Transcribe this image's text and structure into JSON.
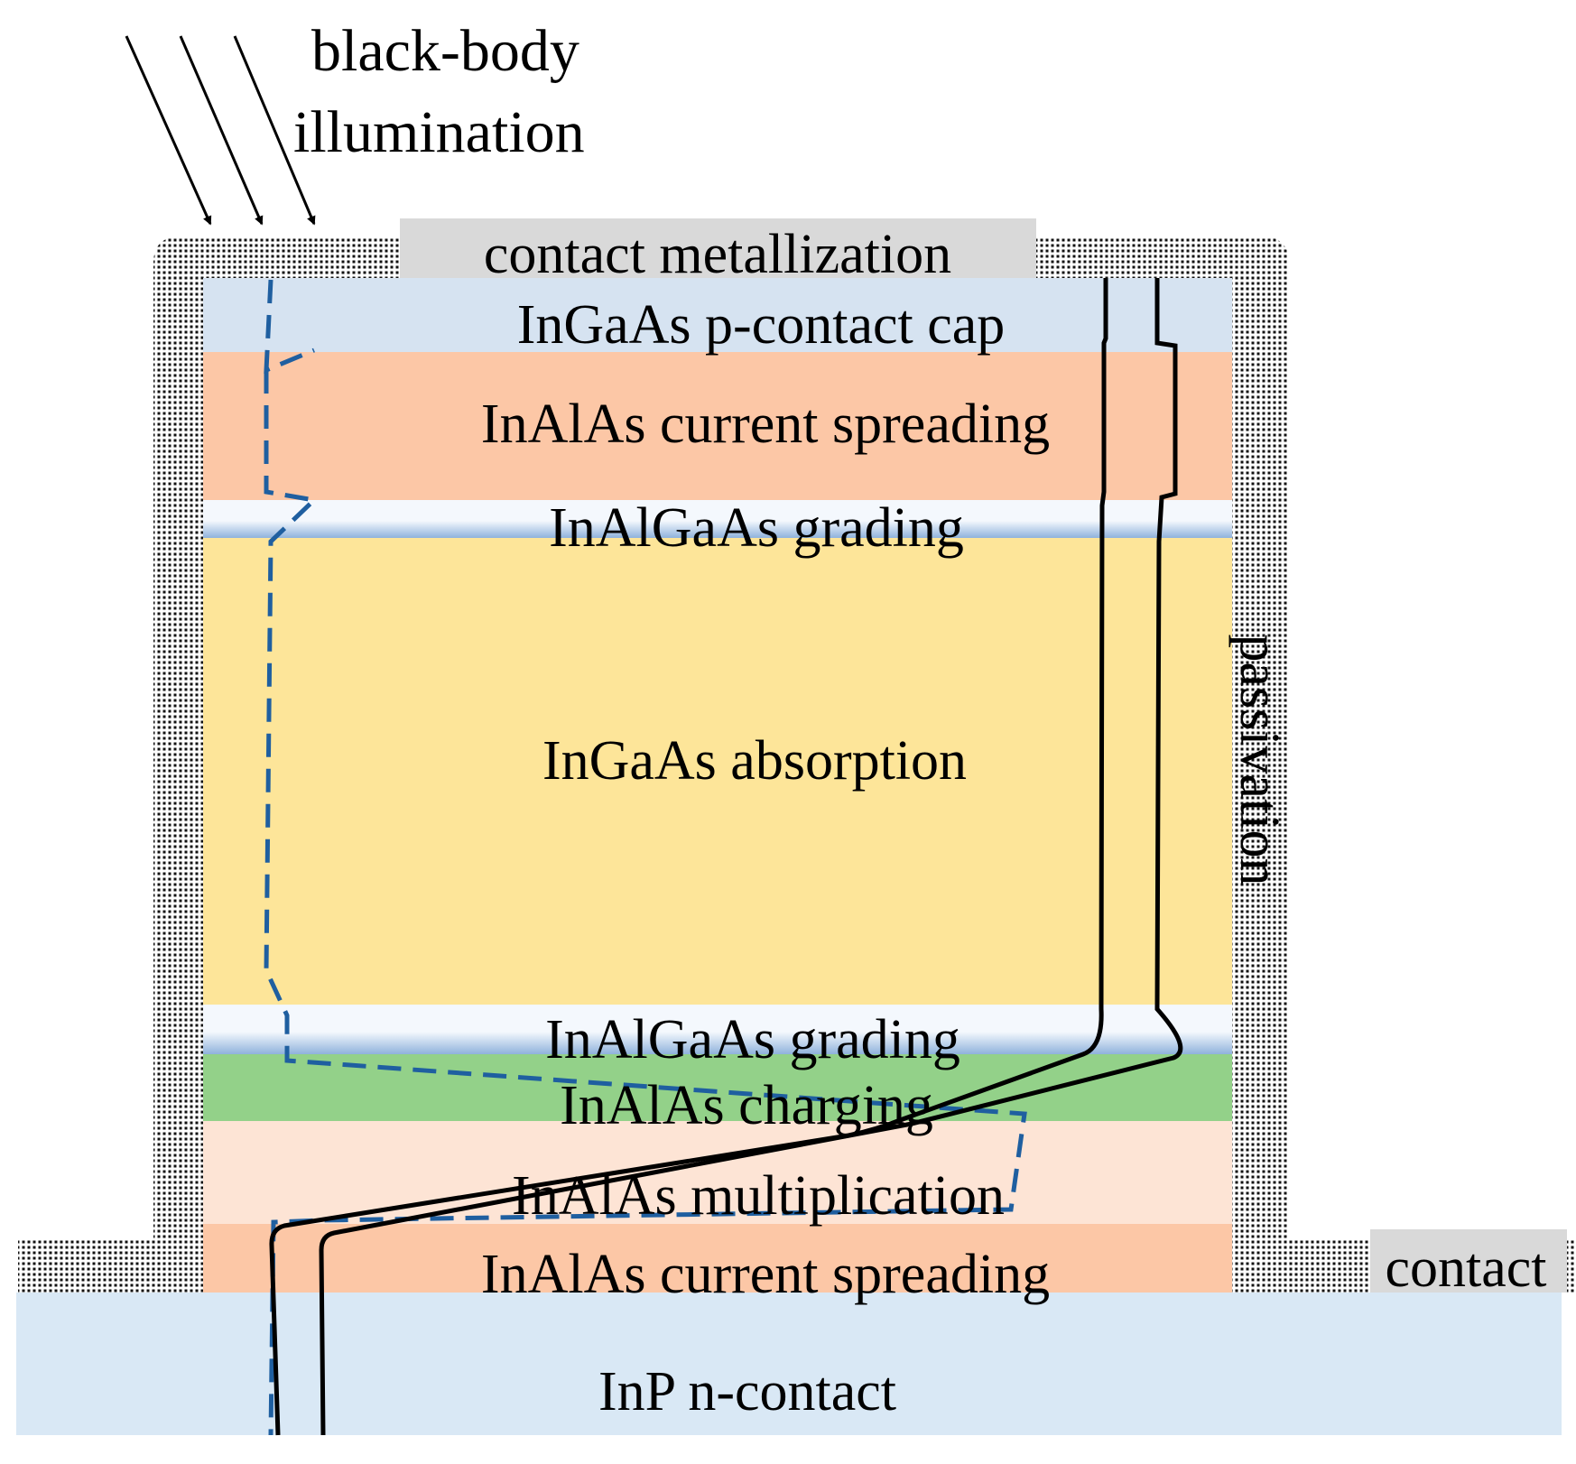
{
  "illumination": {
    "line1": "black-body",
    "line2": "illumination"
  },
  "labels": {
    "contact_metallization": "contact metallization",
    "cap": "InGaAs p-contact cap",
    "spreading_top": "InAlAs current spreading",
    "grading_top": "InAlGaAs grading",
    "absorption": "InGaAs absorption",
    "grading_bottom": "InAlGaAs grading",
    "charging": "InAlAs charging",
    "multiplication": "InAlAs multiplication",
    "spreading_bottom": "InAlAs current spreading",
    "substrate": "InP n-contact",
    "passivation": "passivation",
    "contact": "contact"
  },
  "colors": {
    "cap": "#d6e3f1",
    "spreading": "#fcc7a6",
    "grading_edge": "#8fb2dc",
    "grading_mid": "#f4f8fd",
    "absorption": "#fde599",
    "charging": "#93d189",
    "multiplication": "#fde4d5",
    "substrate": "#d9e8f5",
    "metal": "#d9d9d9",
    "dashed_line": "#1f5fa0",
    "band_line": "#000000"
  }
}
